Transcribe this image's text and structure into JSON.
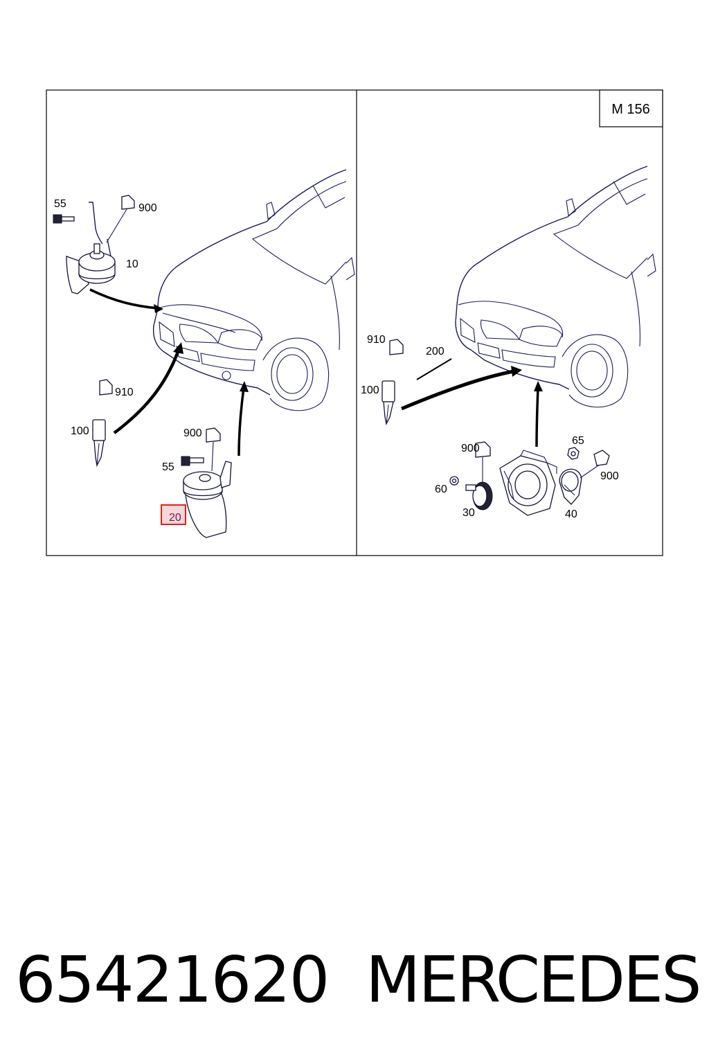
{
  "diagram": {
    "engine_badge": "M 156",
    "left_panel": {
      "labels": {
        "bolt_top": "55",
        "connector_top": "900",
        "horn_top": "10",
        "connector_mid": "910",
        "sensor_mid": "100",
        "connector_bottom": "900",
        "bolt_bottom": "55",
        "horn_bottom": "20"
      }
    },
    "right_panel": {
      "labels": {
        "connector_left": "910",
        "sensor_left": "100",
        "line_label": "200",
        "connector_mid": "900",
        "washer": "60",
        "horn_small": "30",
        "nut": "65",
        "connector_right": "900",
        "horn_right": "40"
      }
    },
    "colors": {
      "highlight": "#e02020",
      "highlight_fill": "#f6d6d6",
      "line": "#1a1a55"
    }
  },
  "footer": {
    "part_number": "65421620",
    "brand": "MERCEDES"
  }
}
